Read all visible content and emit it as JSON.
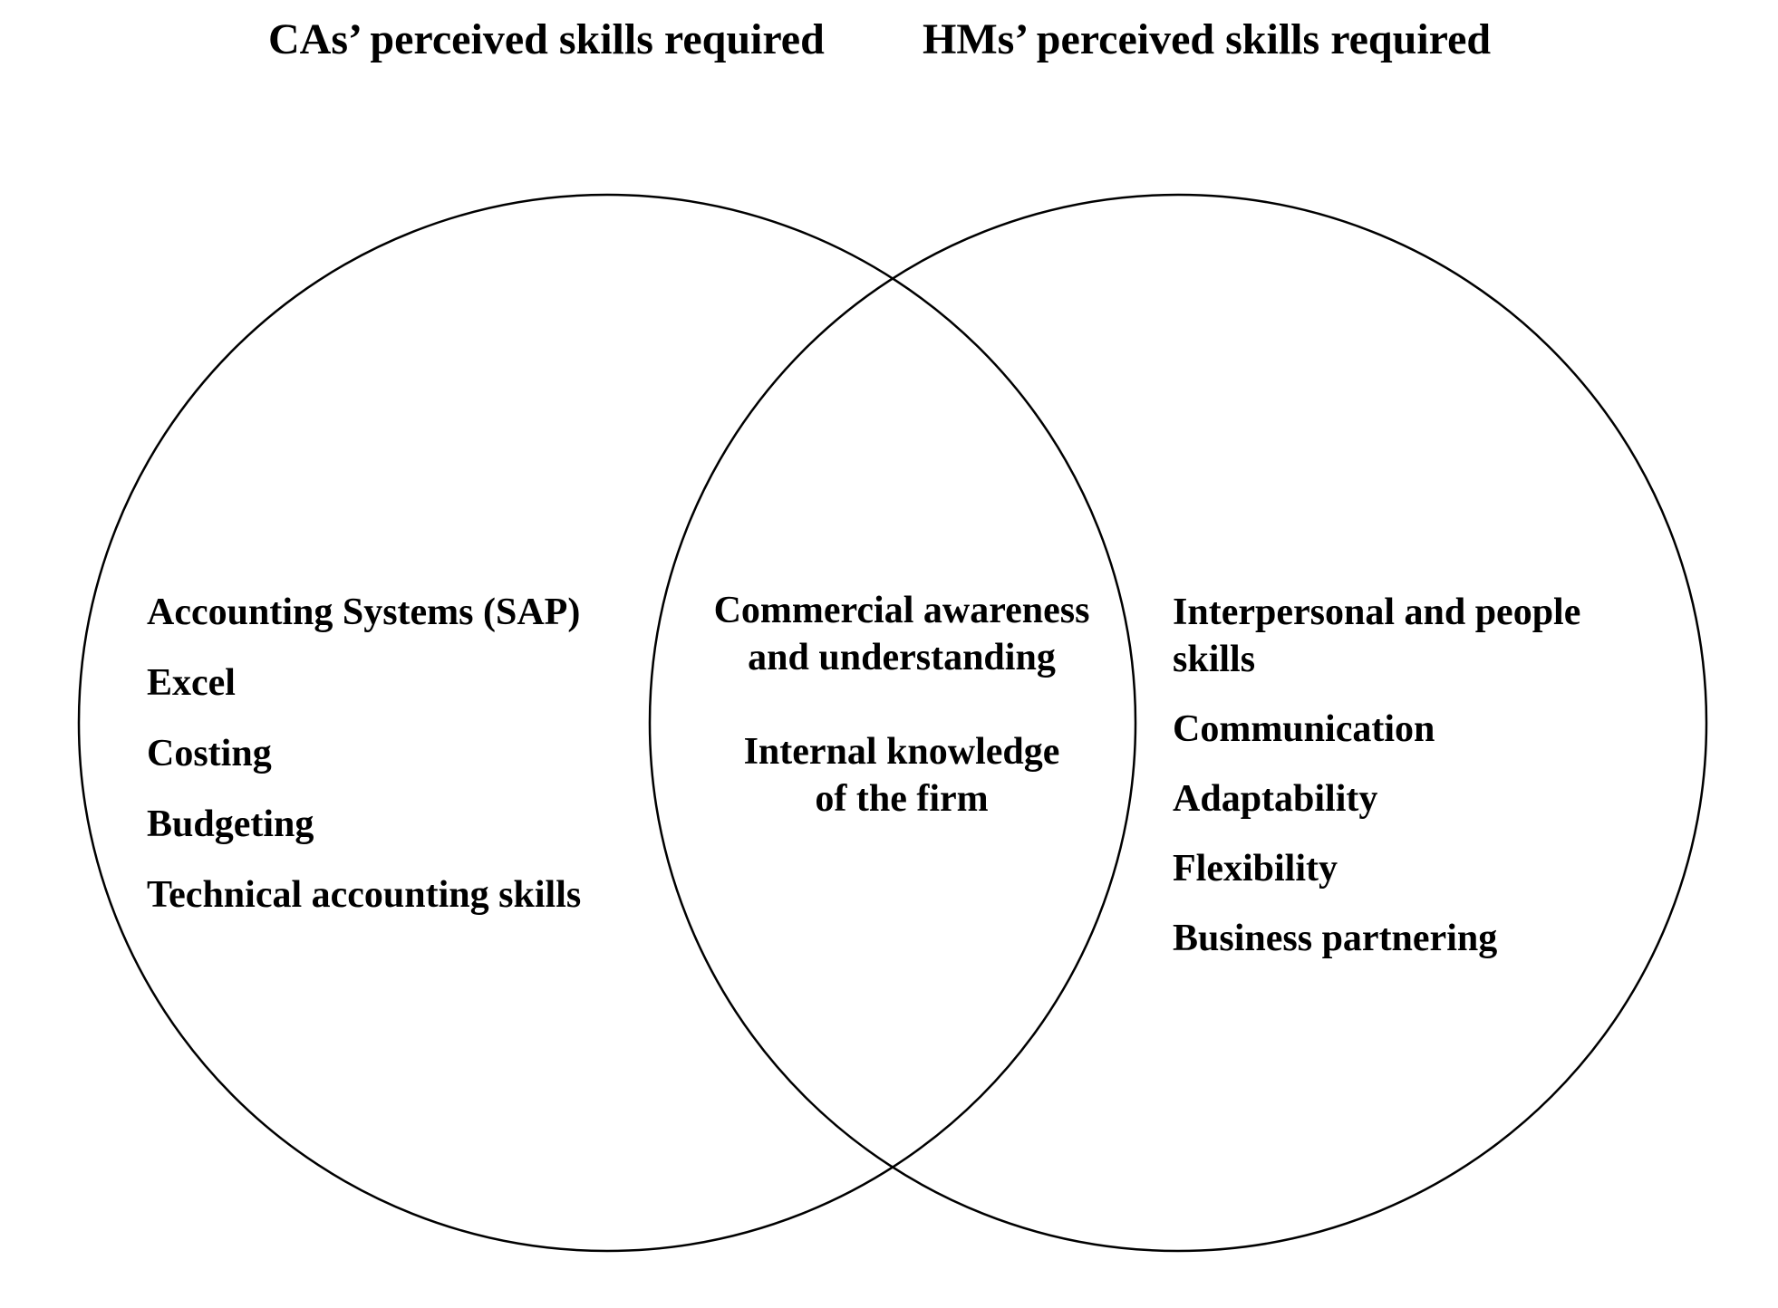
{
  "headings": {
    "left": "CAs’ perceived skills required",
    "right": "HMs’ perceived skills required"
  },
  "sets": {
    "left_only": [
      "Accounting Systems (SAP)",
      "Excel",
      "Costing",
      "Budgeting",
      "Technical accounting skills"
    ],
    "overlap": [
      {
        "line1": "Commercial awareness",
        "line2": "and understanding"
      },
      {
        "line1": "Internal knowledge",
        "line2": "of the firm"
      }
    ],
    "right_only": [
      "Interpersonal and people skills",
      "Communication",
      "Adaptability",
      "Flexibility",
      "Business partnering"
    ]
  },
  "colors": {
    "stroke": "#000000",
    "text": "#000000",
    "background": "#ffffff"
  }
}
